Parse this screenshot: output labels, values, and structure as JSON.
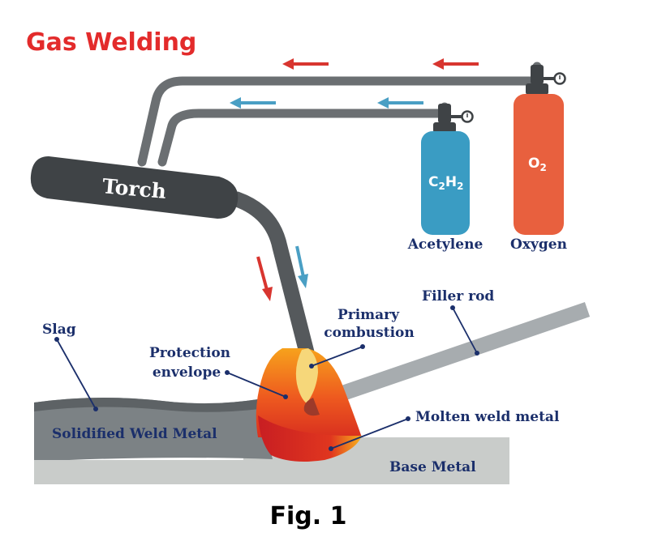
{
  "title": "Gas Welding",
  "figure_caption": "Fig. 1",
  "labels": {
    "torch": "Torch",
    "acetylene": "Acetylene",
    "oxygen": "Oxygen",
    "slag": "Slag",
    "filler_rod": "Filler rod",
    "primary_combustion_line1": "Primary",
    "primary_combustion_line2": "combustion",
    "protection_envelope_line1": "Protection",
    "protection_envelope_line2": "envelope",
    "solidified_weld_metal": "Solidified Weld Metal",
    "molten_weld_metal": "Molten weld metal",
    "base_metal": "Base Metal"
  },
  "cylinders": {
    "acetylene_formula": {
      "c": "C",
      "c_sub": "2",
      "h": "H",
      "h_sub": "2"
    },
    "oxygen_formula": {
      "o": "O",
      "o_sub": "2"
    }
  },
  "colors": {
    "title": "#e32b2b",
    "label_text": "#1b2f6b",
    "hose": "#6b6f72",
    "torch": "#3f4346",
    "acetylene_cylinder": "#3a9cc3",
    "oxygen_cylinder": "#e8603e",
    "red_arrow": "#d8352f",
    "blue_arrow": "#4a9fc4",
    "base_metal": "#c9ccca",
    "solidified_metal": "#7c8285",
    "filler_rod": "#a7acaf"
  }
}
